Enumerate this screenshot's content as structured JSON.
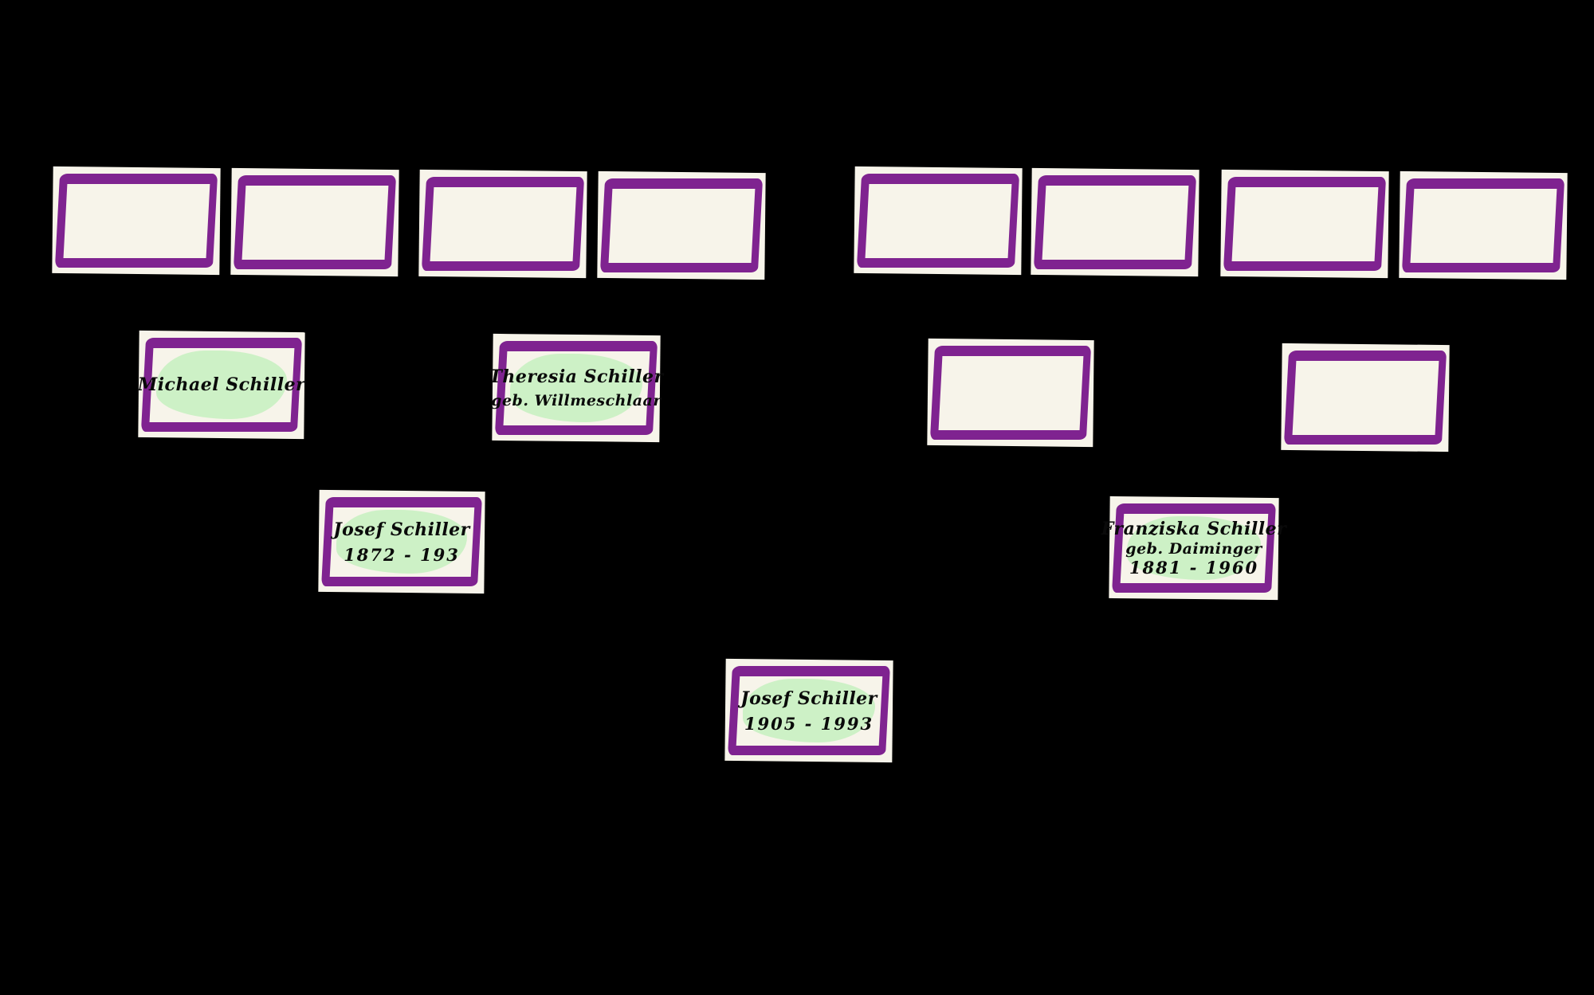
{
  "diagram": {
    "kind": "family-tree",
    "colors": {
      "background": "#000000",
      "frame": "#7f2390",
      "paper": "#f7f4ea",
      "highlight": "#c6f0bf",
      "ink": "#0a0a0a"
    },
    "generation_4": [
      {
        "name": "",
        "maiden": "",
        "years": ""
      },
      {
        "name": "",
        "maiden": "",
        "years": ""
      },
      {
        "name": "",
        "maiden": "",
        "years": ""
      },
      {
        "name": "",
        "maiden": "",
        "years": ""
      },
      {
        "name": "",
        "maiden": "",
        "years": ""
      },
      {
        "name": "",
        "maiden": "",
        "years": ""
      },
      {
        "name": "",
        "maiden": "",
        "years": ""
      },
      {
        "name": "",
        "maiden": "",
        "years": ""
      }
    ],
    "generation_3": [
      {
        "name": "Michael Schiller",
        "maiden": "",
        "years": ""
      },
      {
        "name": "Theresia Schiller",
        "maiden": "geb. Willmeschlaar",
        "years": ""
      },
      {
        "name": "",
        "maiden": "",
        "years": ""
      },
      {
        "name": "",
        "maiden": "",
        "years": ""
      }
    ],
    "generation_2": [
      {
        "name": "Josef Schiller",
        "maiden": "",
        "years": "1872 - 193"
      },
      {
        "name": "Franziska Schiller",
        "maiden": "geb. Daiminger",
        "years": "1881 - 1960"
      }
    ],
    "generation_1": [
      {
        "name": "Josef Schiller",
        "maiden": "",
        "years": "1905 - 1993"
      }
    ]
  }
}
